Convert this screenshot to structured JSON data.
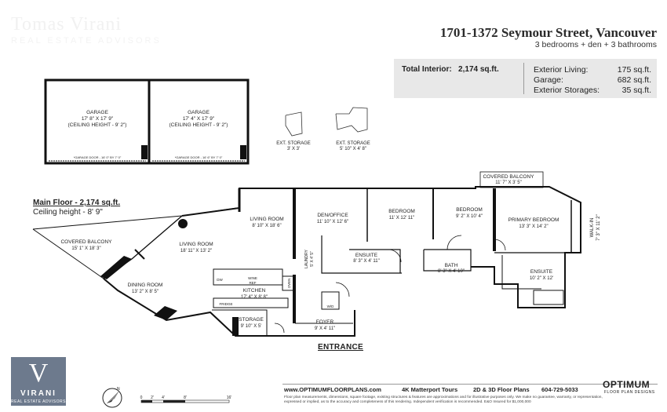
{
  "header": {
    "watermark_name": "Tomas Virani",
    "watermark_tag": "REAL ESTATE ADVISORS",
    "title": "1701-1372 Seymour Street, Vancouver",
    "subtitle": "3 bedrooms + den + 3 bathrooms"
  },
  "stats": {
    "total_label": "Total Interior:",
    "total_value": "2,174 sq.ft.",
    "rows": [
      {
        "label": "Exterior Living:",
        "value": "175 sq.ft."
      },
      {
        "label": "Garage:",
        "value": "682 sq.ft."
      },
      {
        "label": "Exterior Storages:",
        "value": "35 sq.ft."
      }
    ]
  },
  "garages": [
    {
      "name": "GARAGE",
      "size": "17' 8\" X 17' 9\"",
      "ceiling": "(CEILING HEIGHT - 9' 2\")",
      "door": "*GARAGE DOOR - 16' 0\" BY 7' 0\""
    },
    {
      "name": "GARAGE",
      "size": "17' 4\" X 17' 9\"",
      "ceiling": "(CEILING HEIGHT - 9' 2\")",
      "door": "*GARAGE DOOR - 16' 6\" BY 7' 0\""
    }
  ],
  "storages": [
    {
      "name": "EXT. STORAGE",
      "size": "3' X 3'"
    },
    {
      "name": "EXT. STORAGE",
      "size": "5' 10\" X 4' 8\""
    }
  ],
  "main_floor": {
    "title": "Main Floor - 2,174 sq.ft.",
    "ceiling": "Ceiling height - 8' 9\""
  },
  "rooms": {
    "covered_balcony_left": {
      "name": "COVERED BALCONY",
      "size": "15' 1\" X 18' 3\""
    },
    "living_room_1": {
      "name": "LIVING ROOM",
      "size": "18' 11\" X 13' 2\""
    },
    "living_room_2": {
      "name": "LIVING ROOM",
      "size": "8' 10\" X 18' 6\""
    },
    "dining_room": {
      "name": "DINING ROOM",
      "size": "13' 2\" X 8' 5\""
    },
    "kitchen": {
      "name": "KITCHEN",
      "size": "17' 4\" X 8' 8\""
    },
    "storage": {
      "name": "STORAGE",
      "size": "9' 10\" X 5'"
    },
    "foyer": {
      "name": "FOYER",
      "size": "9' X 4' 11\""
    },
    "den_office": {
      "name": "DEN/OFFICE",
      "size": "11' 10\" X 12' 6\""
    },
    "bedroom_1": {
      "name": "BEDROOM",
      "size": "11' X 12' 11\""
    },
    "bedroom_2": {
      "name": "BEDROOM",
      "size": "9' 2\" X 10' 4\""
    },
    "primary_bedroom": {
      "name": "PRIMARY BEDROOM",
      "size": "13' 3\" X 14' 2\""
    },
    "covered_balcony_top": {
      "name": "COVERED BALCONY",
      "size": "11' 7\" X 3' 5\""
    },
    "walk_in": {
      "name": "WALK-IN",
      "size": "7' 3\" X 11' 2\""
    },
    "ensuite_1": {
      "name": "ENSUITE",
      "size": "8' 3\" X 4' 11\""
    },
    "bath": {
      "name": "BATH",
      "size": "8' 3\" X 4' 10\""
    },
    "ensuite_2": {
      "name": "ENSUITE",
      "size": "10' 2\" X 12'"
    },
    "laundry": {
      "name": "LAUNDRY",
      "size": "5' X 4' 5\""
    }
  },
  "fixtures": {
    "dw": "DW",
    "wine": "WINE",
    "ref": "REF",
    "fridge": "FRIDGE",
    "oven": "OVEN",
    "wd": "W/D"
  },
  "entrance": "ENTRANCE",
  "logo": {
    "letter": "V",
    "name": "VIRANI",
    "tagline": "REAL ESTATE ADVISORS"
  },
  "scale": [
    "0",
    "2'",
    "4'",
    "8'",
    "16'"
  ],
  "footer": {
    "website": "www.OPTIMUMFLOORPLANS.com",
    "matterport": "4K Matterport Tours",
    "floorplans": "2D & 3D Floor Plans",
    "phone": "604-729-5033",
    "disclaimer": "Floor plan measurements, dimensions, square footage, existing structures & features are approximations and for illustrative purposes only. We make no guarantee, warranty, or representation, expressed or implied, as to the accuracy and completeness of this rendering. Independent verification is recommended. E&O Insured for $1,000,000",
    "brand": "OPTIMUM",
    "brand_tag": "FLOOR PLAN DESIGNS"
  },
  "colors": {
    "wall": "#111111",
    "stats_bg": "#e8e8e8",
    "logo_bg": "#6d7a8d"
  }
}
